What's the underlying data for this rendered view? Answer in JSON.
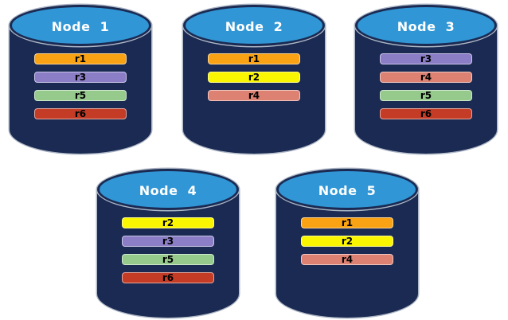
{
  "diagram": {
    "background": "#FFFFFF",
    "colors": {
      "cylinder_body": "#1A2A52",
      "cylinder_top": "#3096D5",
      "cylinder_outline": "#AEB7C6",
      "node_label_text": "#FFFFFF",
      "replica_label_text": "#000000"
    },
    "replica_styles": {
      "r1": {
        "fill": "#F9A213"
      },
      "r2": {
        "fill": "#FAF500"
      },
      "r3": {
        "fill": "#8B7EC7"
      },
      "r4": {
        "fill": "#DD8173"
      },
      "r5": {
        "fill": "#95CA8C"
      },
      "r6": {
        "fill": "#C43B26"
      }
    },
    "nodes": [
      {
        "label": "Node  1",
        "replicas": [
          "r1",
          "r3",
          "r5",
          "r6"
        ]
      },
      {
        "label": "Node  2",
        "replicas": [
          "r1",
          "r2",
          "r4"
        ]
      },
      {
        "label": "Node  3",
        "replicas": [
          "r3",
          "r4",
          "r5",
          "r6"
        ]
      },
      {
        "label": "Node  4",
        "replicas": [
          "r2",
          "r3",
          "r5",
          "r6"
        ]
      },
      {
        "label": "Node  5",
        "replicas": [
          "r1",
          "r2",
          "r4"
        ]
      }
    ]
  }
}
